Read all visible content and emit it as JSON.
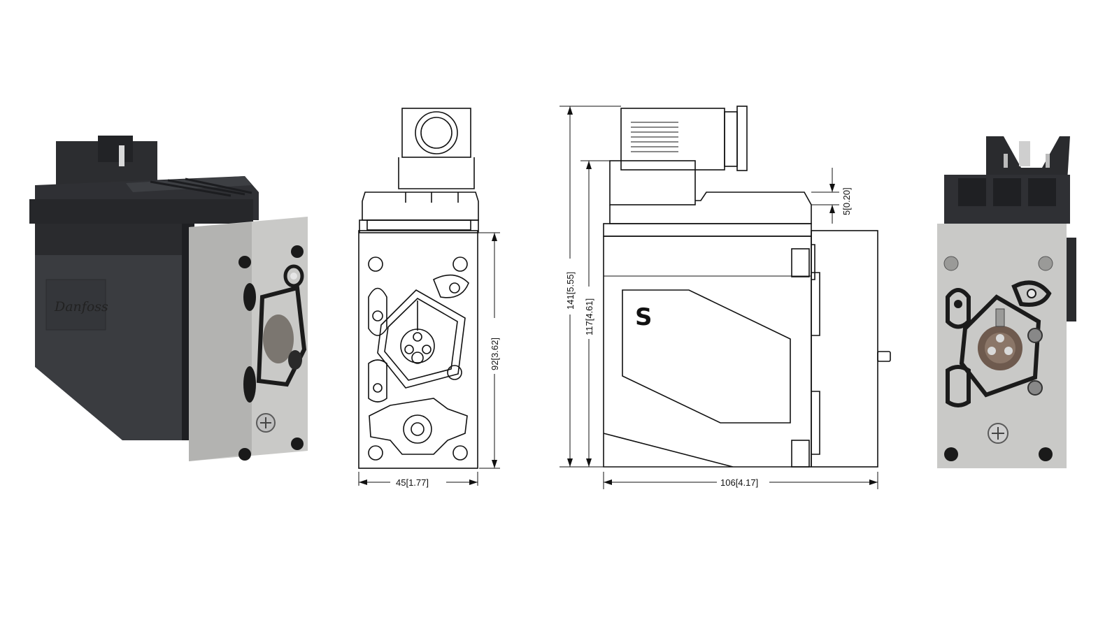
{
  "photo_left": {
    "brand_logo": "Danfoss"
  },
  "front_view": {
    "width_dim": "45[1.77]",
    "height_dim": "92[3.62]"
  },
  "side_view": {
    "overall_height_dim": "141[5.55]",
    "body_height_dim": "117[4.61]",
    "gap_dim": "5[0.20]",
    "length_dim": "106[4.17]"
  },
  "colors": {
    "coil_body": "#3a3c40",
    "coil_dark": "#1e1f22",
    "aluminium": "#c9c9c7",
    "aluminium_dark": "#9a9a98",
    "line": "#111111"
  }
}
